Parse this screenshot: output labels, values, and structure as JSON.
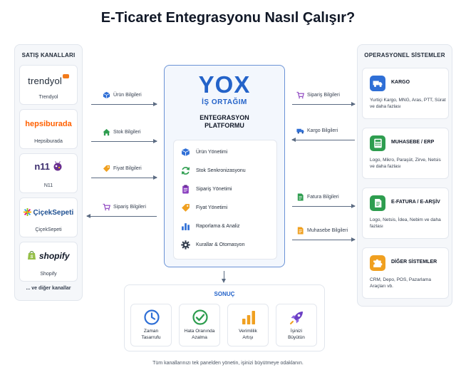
{
  "title": "E-Ticaret Entegrasyonu Nasıl Çalışır?",
  "sales": {
    "title": "SATIŞ KANALLARI",
    "channels": [
      {
        "logo": "trendyol",
        "name": "Trendyol",
        "icon": "trendyol-logo"
      },
      {
        "logo": "hepsiburada",
        "name": "Hepsiburada",
        "icon": "hepsiburada-logo"
      },
      {
        "logo": "n11",
        "name": "N11",
        "icon": "n11-logo"
      },
      {
        "logo": "ÇiçekSepeti",
        "name": "ÇiçekSepeti",
        "icon": "ciceksepeti-logo"
      },
      {
        "logo": "shopify",
        "name": "Shopify",
        "icon": "shopify-logo"
      }
    ],
    "more": "... ve diğer kanallar"
  },
  "left_flows": [
    {
      "label": "Ürün Bilgileri",
      "icon": "box-icon",
      "direction": "right"
    },
    {
      "label": "Stok Bilgileri",
      "icon": "home-icon",
      "direction": "right"
    },
    {
      "label": "Fiyat Bilgileri",
      "icon": "tag-icon",
      "direction": "right"
    },
    {
      "label": "Sipariş Bilgileri",
      "icon": "cart-icon",
      "direction": "left"
    }
  ],
  "center": {
    "logo": "YOX",
    "subtitle": "İŞ ORTAĞIM",
    "platform_line1": "ENTEGRASYON",
    "platform_line2": "PLATFORMU",
    "features": [
      {
        "label": "Ürün Yönetimi",
        "icon": "box-icon"
      },
      {
        "label": "Stok Senkronizasyonu",
        "icon": "sync-icon"
      },
      {
        "label": "Sipariş Yönetimi",
        "icon": "clipboard-icon"
      },
      {
        "label": "Fiyat Yönetimi",
        "icon": "tag-icon"
      },
      {
        "label": "Raporlama & Analiz",
        "icon": "bar-chart-icon"
      },
      {
        "label": "Kurallar & Otomasyon",
        "icon": "gear-icon"
      }
    ]
  },
  "right_flows": [
    {
      "label": "Sipariş Bilgileri",
      "icon": "cart-icon",
      "direction": "right"
    },
    {
      "label": "Kargo Bilgileri",
      "icon": "truck-icon",
      "direction": "left"
    },
    {
      "label": "Fatura Bilgileri",
      "icon": "document-icon",
      "direction": "right"
    },
    {
      "label": "Muhasebe Bilgileri",
      "icon": "document-icon",
      "direction": "right"
    }
  ],
  "ops": {
    "title": "OPERASYONEL SİSTEMLER",
    "cards": [
      {
        "title": "KARGO",
        "desc": "Yurtiçi Kargo, MNG, Aras, PTT, Sürat ve daha fazlası",
        "icon": "truck-icon",
        "color": "#2f6fd6"
      },
      {
        "title": "MUHASEBE / ERP",
        "desc": "Logo, Mikro, Paraşüt, Zirve, Netsis ve daha fazlası",
        "icon": "calculator-icon",
        "color": "#2e9d4f"
      },
      {
        "title": "E-FATURA / E-ARŞİV",
        "desc": "Logo, Netsis, İdea, Nebim ve daha fazlası",
        "icon": "invoice-icon",
        "color": "#2e9d4f"
      },
      {
        "title": "DİĞER SİSTEMLER",
        "desc": "CRM, Depo, POS, Pazarlama Araçları vb.",
        "icon": "puzzle-icon",
        "color": "#f0a020"
      }
    ]
  },
  "result": {
    "title": "SONUÇ",
    "items": [
      {
        "line1": "Zaman",
        "line2": "Tasarrufu",
        "icon": "clock-icon"
      },
      {
        "line1": "Hata Oranında",
        "line2": "Azalma",
        "icon": "check-circle-icon"
      },
      {
        "line1": "Verimlilik",
        "line2": "Artışı",
        "icon": "bar-chart-icon"
      },
      {
        "line1": "İşinizi",
        "line2": "Büyütün",
        "icon": "rocket-icon"
      }
    ]
  },
  "footer": "Tüm kanallarınızı tek panelden yönetin, işinizi büyütmeye odaklanın."
}
